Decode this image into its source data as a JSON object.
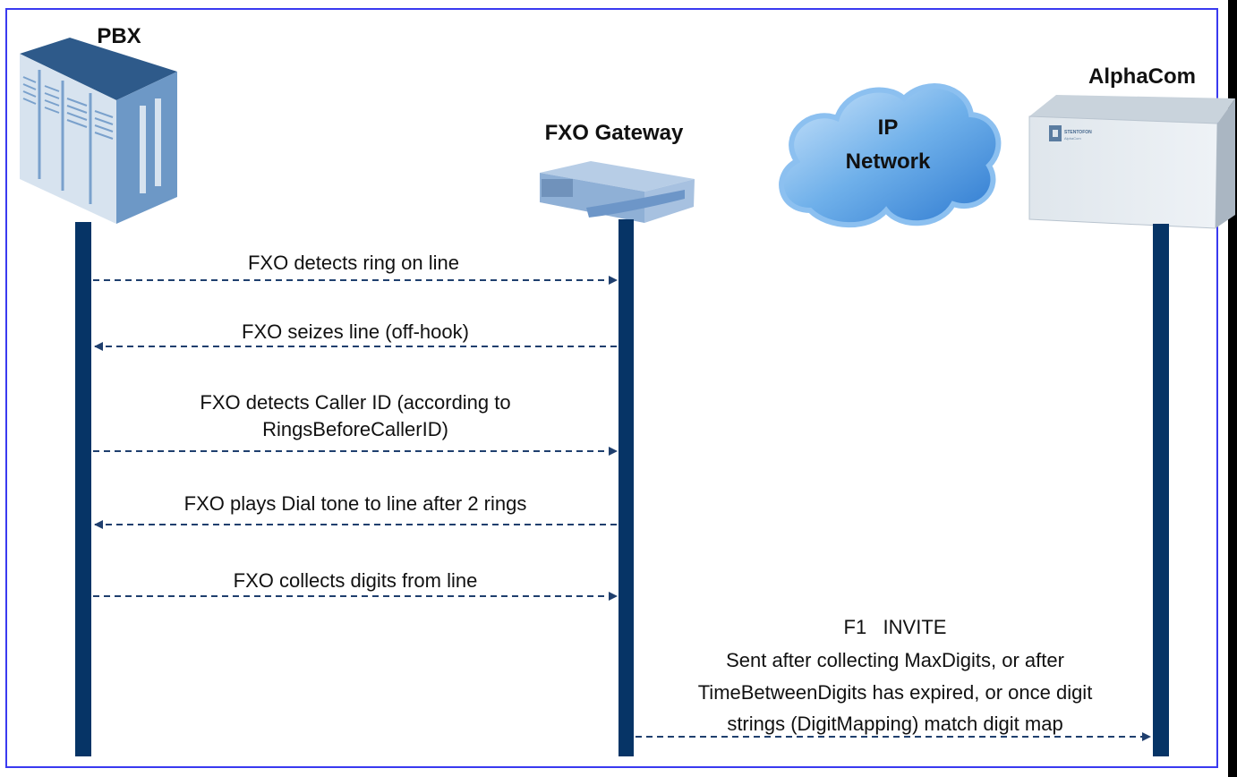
{
  "colors": {
    "lifeline": "#063466",
    "arrow": "#1f3f6e",
    "border": "#3a3af0"
  },
  "entities": {
    "pbx": {
      "label": "PBX",
      "icon": "pbx-cabinet-icon"
    },
    "gateway": {
      "label": "FXO Gateway",
      "icon": "gateway-device-icon"
    },
    "network": {
      "label_line1": "IP",
      "label_line2": "Network",
      "icon": "cloud-icon"
    },
    "alphacom": {
      "label": "AlphaCom",
      "icon": "alphacom-rack-icon",
      "badge_brand": "STENTOFON",
      "badge_model": "AlphaCom"
    }
  },
  "messages": [
    {
      "from": "PBX",
      "to": "FXO Gateway",
      "lines": [
        "FXO detects ring on line"
      ]
    },
    {
      "from": "FXO Gateway",
      "to": "PBX",
      "lines": [
        "FXO seizes line (off-hook)"
      ]
    },
    {
      "from": "PBX",
      "to": "FXO Gateway",
      "lines": [
        "FXO detects Caller ID (according to",
        "RingsBeforeCallerID)"
      ]
    },
    {
      "from": "FXO Gateway",
      "to": "PBX",
      "lines": [
        "FXO plays Dial tone to line after 2 rings"
      ]
    },
    {
      "from": "PBX",
      "to": "FXO Gateway",
      "lines": [
        "FXO collects digits from line"
      ]
    },
    {
      "from": "FXO Gateway",
      "to": "AlphaCom",
      "lines": [
        "F1   INVITE",
        "Sent after collecting MaxDigits, or after",
        "TimeBetweenDigits has expired, or once digit",
        "strings (DigitMapping) match digit map"
      ]
    }
  ]
}
